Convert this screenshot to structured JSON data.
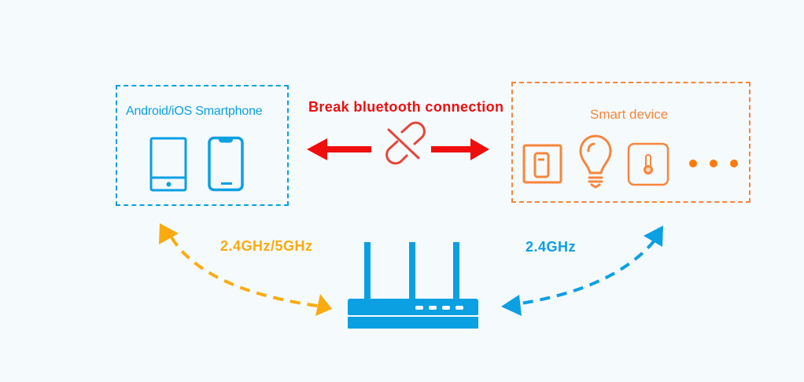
{
  "diagram": {
    "phone_group": {
      "title": "Android/iOS Smartphone",
      "icons": [
        "android-phone-icon",
        "iphone-icon"
      ],
      "color": "#0aa0e2"
    },
    "smart_group": {
      "title": "Smart device",
      "icons": [
        "switch-icon",
        "light-bulb-icon",
        "thermometer-icon",
        "more-dots-icon"
      ],
      "color": "#f7863c"
    },
    "bluetooth_link": {
      "label": "Break bluetooth connection",
      "icon": "broken-link-icon",
      "color": "#f00d0d"
    },
    "router": {
      "icon": "router-icon",
      "color": "#0aa0e2"
    },
    "wifi_links": [
      {
        "label": "2.4GHz/5GHz",
        "from": "Android/iOS Smartphone",
        "to": "router",
        "color": "#fbab10"
      },
      {
        "label": "2.4GHz",
        "from": "Smart device",
        "to": "router",
        "color": "#0aa0e2"
      }
    ]
  }
}
